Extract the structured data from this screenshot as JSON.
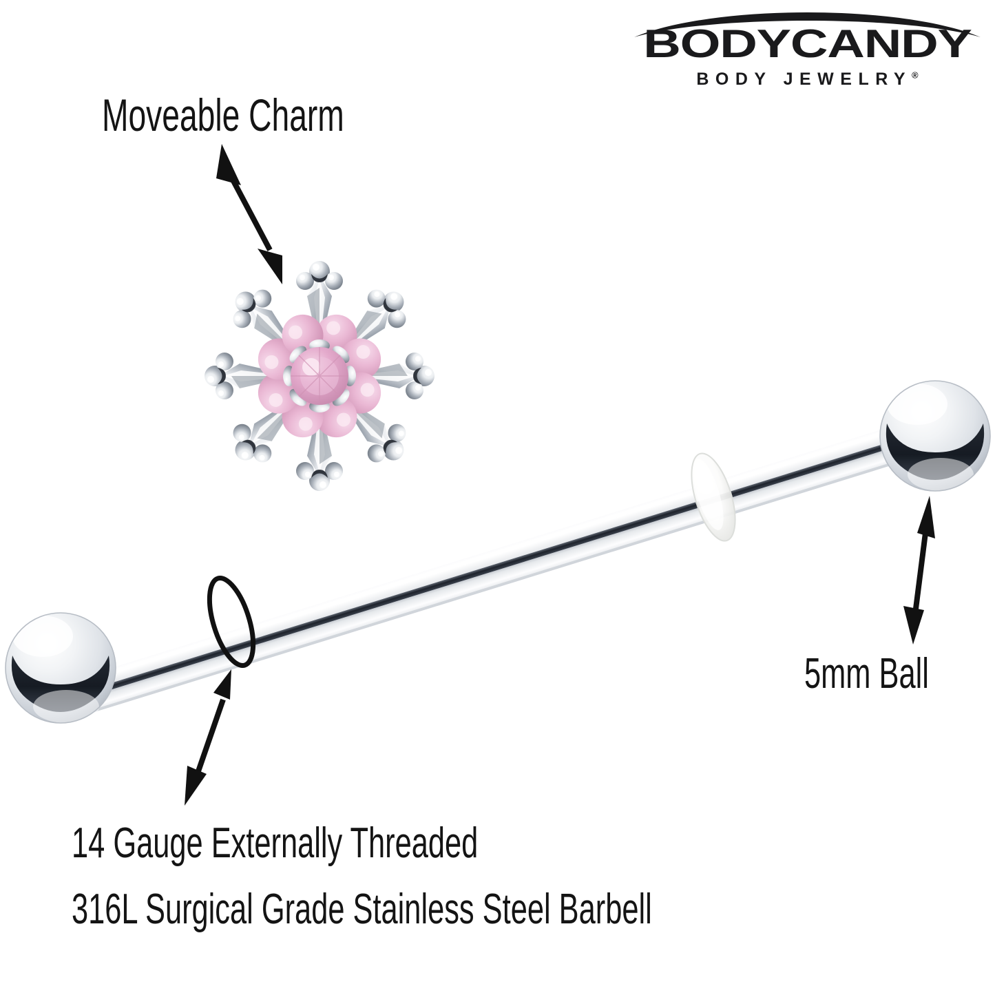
{
  "brand": {
    "wordmark": "BODYCANDY",
    "tagline": "BODY JEWELRY",
    "registered_mark": "®",
    "logo_color": "#1a1a1c",
    "arc_icon": "swoosh-arc-icon"
  },
  "product": {
    "type": "industrial-barbell",
    "material_colors": {
      "steel_light": "#ffffff",
      "steel_mid": "#d7dade",
      "steel_shadow": "#2b3039",
      "gem_pink_center": "#e2a6c9",
      "gem_pink_light": "#f0c7dd",
      "gem_pink_deep": "#c983ab",
      "o_ring": "#f4f4f2"
    }
  },
  "callouts": [
    {
      "id": "moveable-charm",
      "text": "Moveable Charm",
      "arrow": "double-headed-arrow-icon"
    },
    {
      "id": "ball-size",
      "text": "5mm Ball",
      "arrow": "double-headed-arrow-icon"
    },
    {
      "id": "gauge-spec",
      "text": "14 Gauge Externally Threaded",
      "arrow": "double-headed-arrow-icon"
    },
    {
      "id": "material-spec",
      "text": "316L Surgical Grade Stainless Steel Barbell",
      "arrow": null
    }
  ],
  "annotations": {
    "thread_marker": "thread-ring-ellipse-icon"
  }
}
